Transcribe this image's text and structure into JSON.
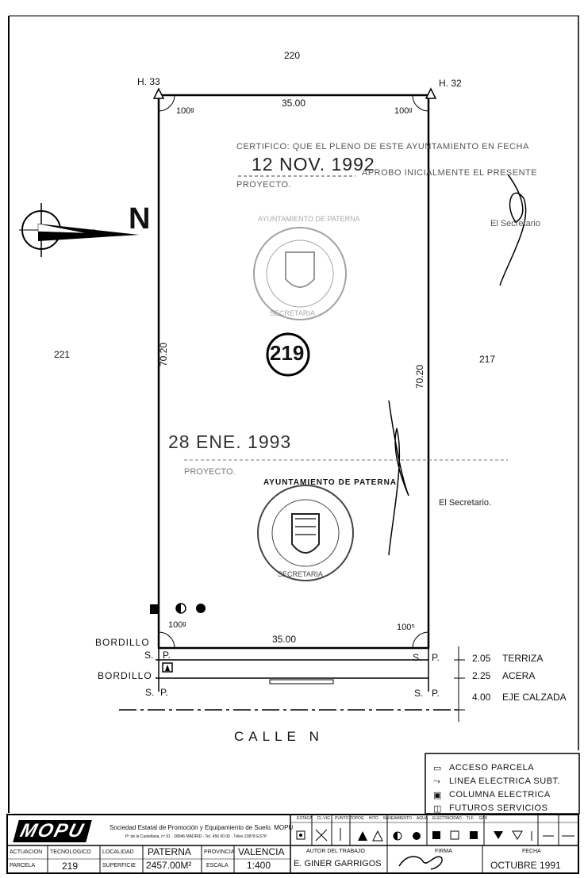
{
  "plot": {
    "parcel_number": "219",
    "neighbor_top": "220",
    "neighbor_left": "221",
    "neighbor_right": "217",
    "hito_left": "H. 33",
    "hito_right": "H. 32",
    "dim_top": "35.00",
    "dim_bottom": "35.00",
    "dim_left": "70.20",
    "dim_right": "70.20",
    "angle_top_left": "100ᵍ",
    "angle_top_right": "100ᵍ",
    "angle_bottom_left": "100ᵍ",
    "angle_bottom_right": "100⁵",
    "north_label": "N"
  },
  "stamps": {
    "cert_line1": "CERTIFICO: QUE EL PLENO DE ESTE AYUNTAMIENTO EN FECHA",
    "cert_date1": "12 NOV. 1992",
    "cert_line2": "APROBO INICIALMENTE EL PRESENTE",
    "cert_line3": "PROYECTO.",
    "secretario1": "El Secretario",
    "seal_text": "AYUNTAMIENTO DE PATERNA",
    "seal_bottom": "SECRETARIA",
    "cert_date2": "28 ENE. 1993",
    "cert_line4": "PROYECTO.",
    "secretario2": "El Secretario."
  },
  "street": {
    "bordillo1": "BORDILLO",
    "bordillo2": "BORDILLO",
    "sp_left1": "S.",
    "p_left1": "P.",
    "sp_right1": "S.",
    "p_right1": "P.",
    "sp_left2": "S.",
    "p_left2": "P.",
    "sp_right2": "S.",
    "p_right2": "P.",
    "rows": [
      {
        "value": "2.05",
        "label": "TERRIZA"
      },
      {
        "value": "2.25",
        "label": "ACERA"
      },
      {
        "value": "4.00",
        "label": "EJE CALZADA"
      }
    ],
    "street_name": "CALLE   N"
  },
  "legend": {
    "items": [
      {
        "symbol": "▭",
        "label": "ACCESO PARCELA"
      },
      {
        "symbol": "⤳",
        "label": "LINEA ELECTRICA SUBT."
      },
      {
        "symbol": "▣",
        "label": "COLUMNA ELECTRICA"
      },
      {
        "symbol": "◫",
        "label": "FUTUROS SERVICIOS"
      }
    ]
  },
  "titleblock": {
    "company": "Sociedad Estatal de Promoción y Equipamiento de Suelo. MOPU",
    "address": "Pº de la Castellana, nº 91 · 28046 MADRID · Tel. 456 00 00 · Télex 23878 ESTP",
    "logo_text": "MOPU",
    "lbl_actuacion": "ACTUACION",
    "lbl_parcela": "PARCELA",
    "lbl_tecnologico": "TECNOLOGICO",
    "val_parcela": "219",
    "lbl_localidad": "LOCALIDAD",
    "lbl_superficie": "SUPERFICIE",
    "val_localidad": "PATERNA",
    "val_superficie": "2457.00M²",
    "lbl_provincia": "PROVINCIA",
    "lbl_escala": "ESCALA",
    "val_provincia": "VALENCIA",
    "val_escala": "1:400",
    "lbl_autor": "AUTOR DEL TRABAJO",
    "val_autor": "E. GINER GARRIGOS",
    "lbl_firma": "FIRMA",
    "lbl_fecha": "FECHA",
    "val_fecha": "OCTUBRE 1991",
    "service_headers": [
      "ESTACA",
      "CL.VIG",
      "PUNTO TOPOG",
      "HITO",
      "SANEAMIENTO",
      "AGUA",
      "ELECTRICIDAD",
      "TLF.",
      "GAS"
    ]
  }
}
